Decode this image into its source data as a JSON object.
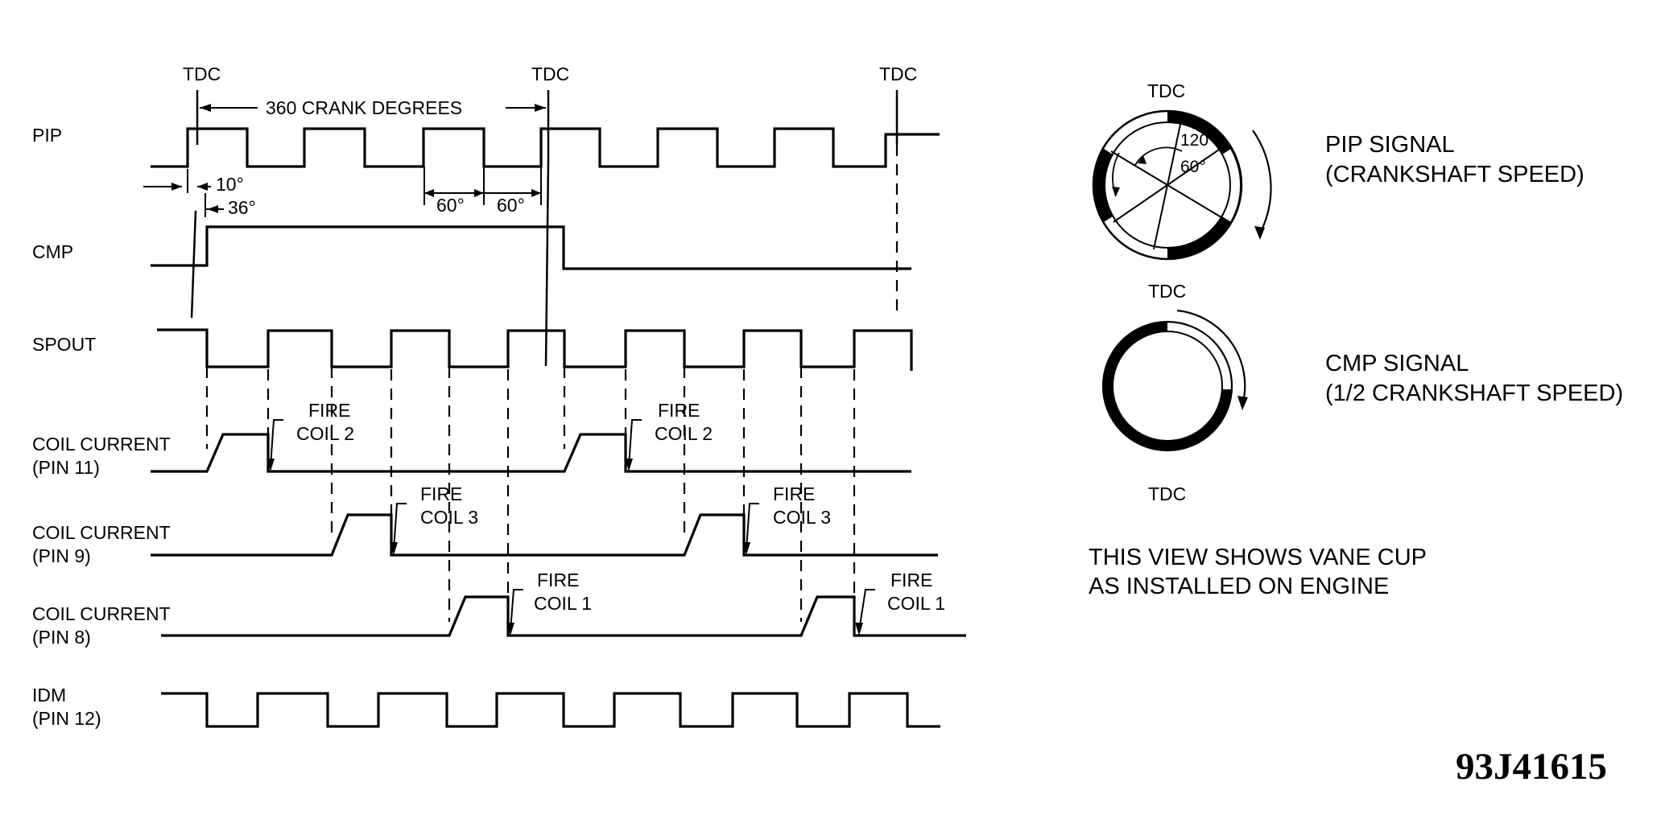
{
  "timing": {
    "tdc_label": "TDC",
    "span_label": "360 CRANK DEGREES",
    "angle_10": "10°",
    "angle_36": "36°",
    "angle_60": "60°",
    "signals": {
      "pip": "PIP",
      "cmp": "CMP",
      "spout": "SPOUT",
      "coil_pin11_a": "COIL CURRENT",
      "coil_pin11_b": "(PIN 11)",
      "coil_pin9_a": "COIL CURRENT",
      "coil_pin9_b": "(PIN 9)",
      "coil_pin8_a": "COIL CURRENT",
      "coil_pin8_b": "(PIN 8)",
      "idm_a": "IDM",
      "idm_b": "(PIN 12)"
    },
    "fire": "FIRE",
    "coil_1": "COIL 1",
    "coil_2": "COIL 2",
    "coil_3": "COIL 3"
  },
  "vane_cup": {
    "tdc_label": "TDC",
    "angle_120": "120°",
    "angle_60": "60°",
    "pip_signal_a": "PIP SIGNAL",
    "pip_signal_b": "(CRANKSHAFT SPEED)",
    "cmp_signal_a": "CMP SIGNAL",
    "cmp_signal_b": "(1/2 CRANKSHAFT SPEED)",
    "note_a": "THIS VIEW SHOWS VANE CUP",
    "note_b": "AS INSTALLED ON ENGINE"
  },
  "figure_id": "93J41615"
}
